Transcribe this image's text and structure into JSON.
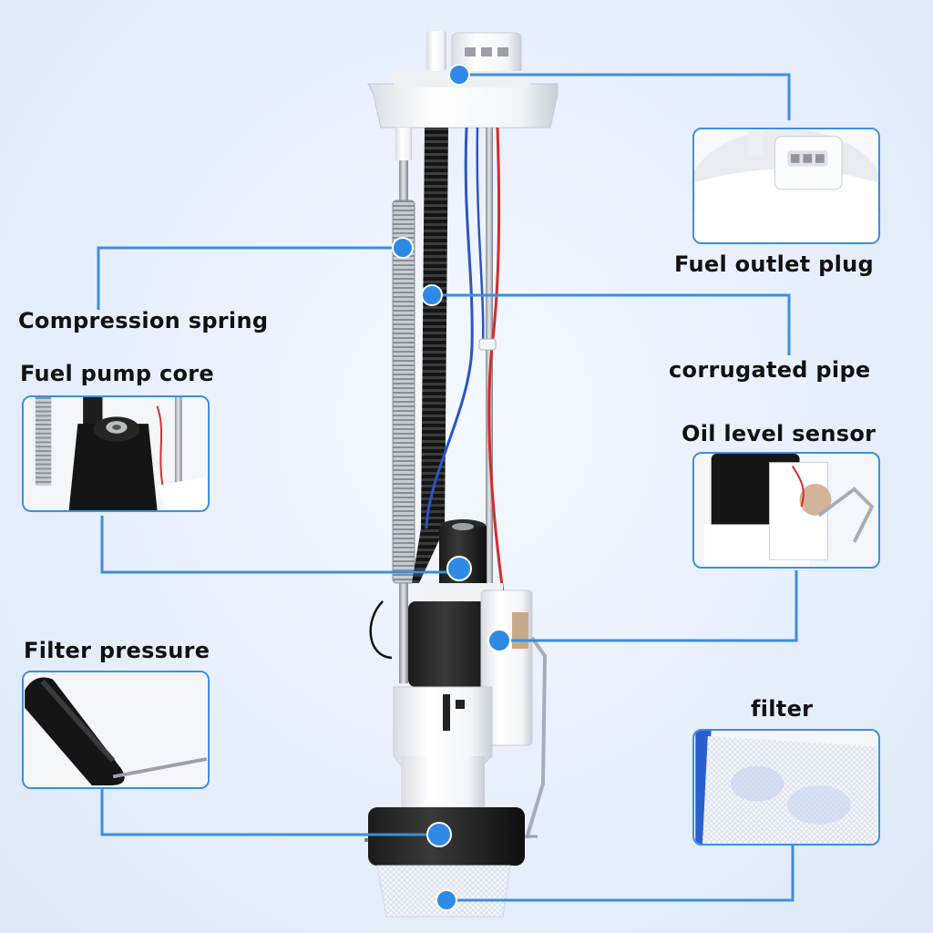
{
  "labels": {
    "fuel_outlet_plug": "Fuel outlet plug",
    "compression_spring": "Compression spring",
    "corrugated_pipe": "corrugated pipe",
    "fuel_pump_core": "Fuel pump core",
    "oil_level_sensor": "Oil level sensor",
    "filter_pressure": "Filter pressure",
    "filter": "filter"
  },
  "colors": {
    "callout_line": "#3a8fe0",
    "callout_dot": "#2f8ae6",
    "inset_border": "#3a8fe0",
    "wire_red": "#d62a2a",
    "wire_blue": "#2a55c8"
  },
  "product": "fuel-pump-assembly"
}
